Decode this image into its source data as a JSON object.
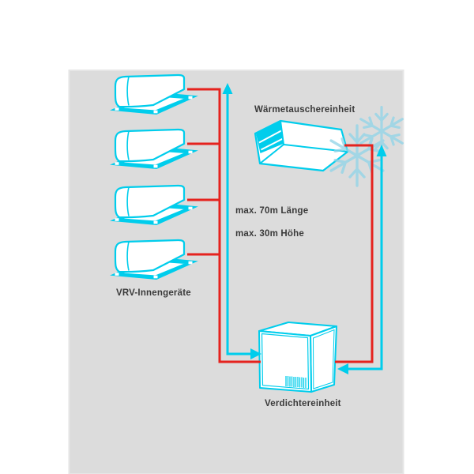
{
  "page": {
    "background": "#ffffff"
  },
  "diagram": {
    "panel_background": "#dcdcdc",
    "indoor_unit_count": 4,
    "labels": {
      "heat_exchanger": "Wärmetauschereinheit",
      "indoor_units": "VRV-Innengeräte",
      "compressor": "Verdichtereinheit",
      "max_length": "max. 70m Länge",
      "max_height": "max. 30m Höhe"
    },
    "colors": {
      "pipe_hot": "#e5221e",
      "pipe_cold": "#00cdec",
      "unit_outline": "#00cdec",
      "unit_fill": "#ffffff",
      "snowflake": "#8fd4e8",
      "text": "#3a3a3a"
    },
    "icons": {
      "snowflake": "snowflake-icon",
      "flow_arrow": "flow-arrow-icon"
    }
  }
}
